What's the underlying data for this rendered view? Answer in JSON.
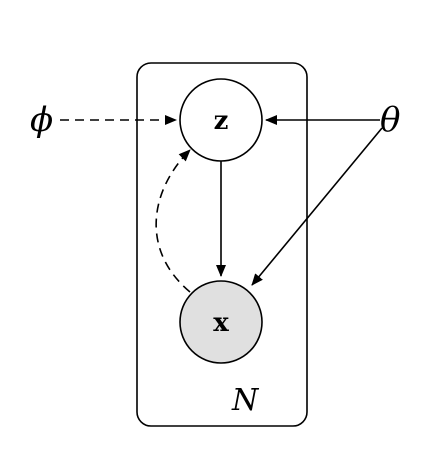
{
  "nodes": {
    "latent": {
      "label": "z",
      "fill": "#ffffff"
    },
    "observed": {
      "label": "x",
      "fill": "#e0e0e0"
    }
  },
  "params": {
    "variational": {
      "label": "ϕ"
    },
    "generative": {
      "label": "θ"
    }
  },
  "plate": {
    "label": "N"
  },
  "colors": {
    "stroke": "#000000",
    "background": "#ffffff"
  }
}
